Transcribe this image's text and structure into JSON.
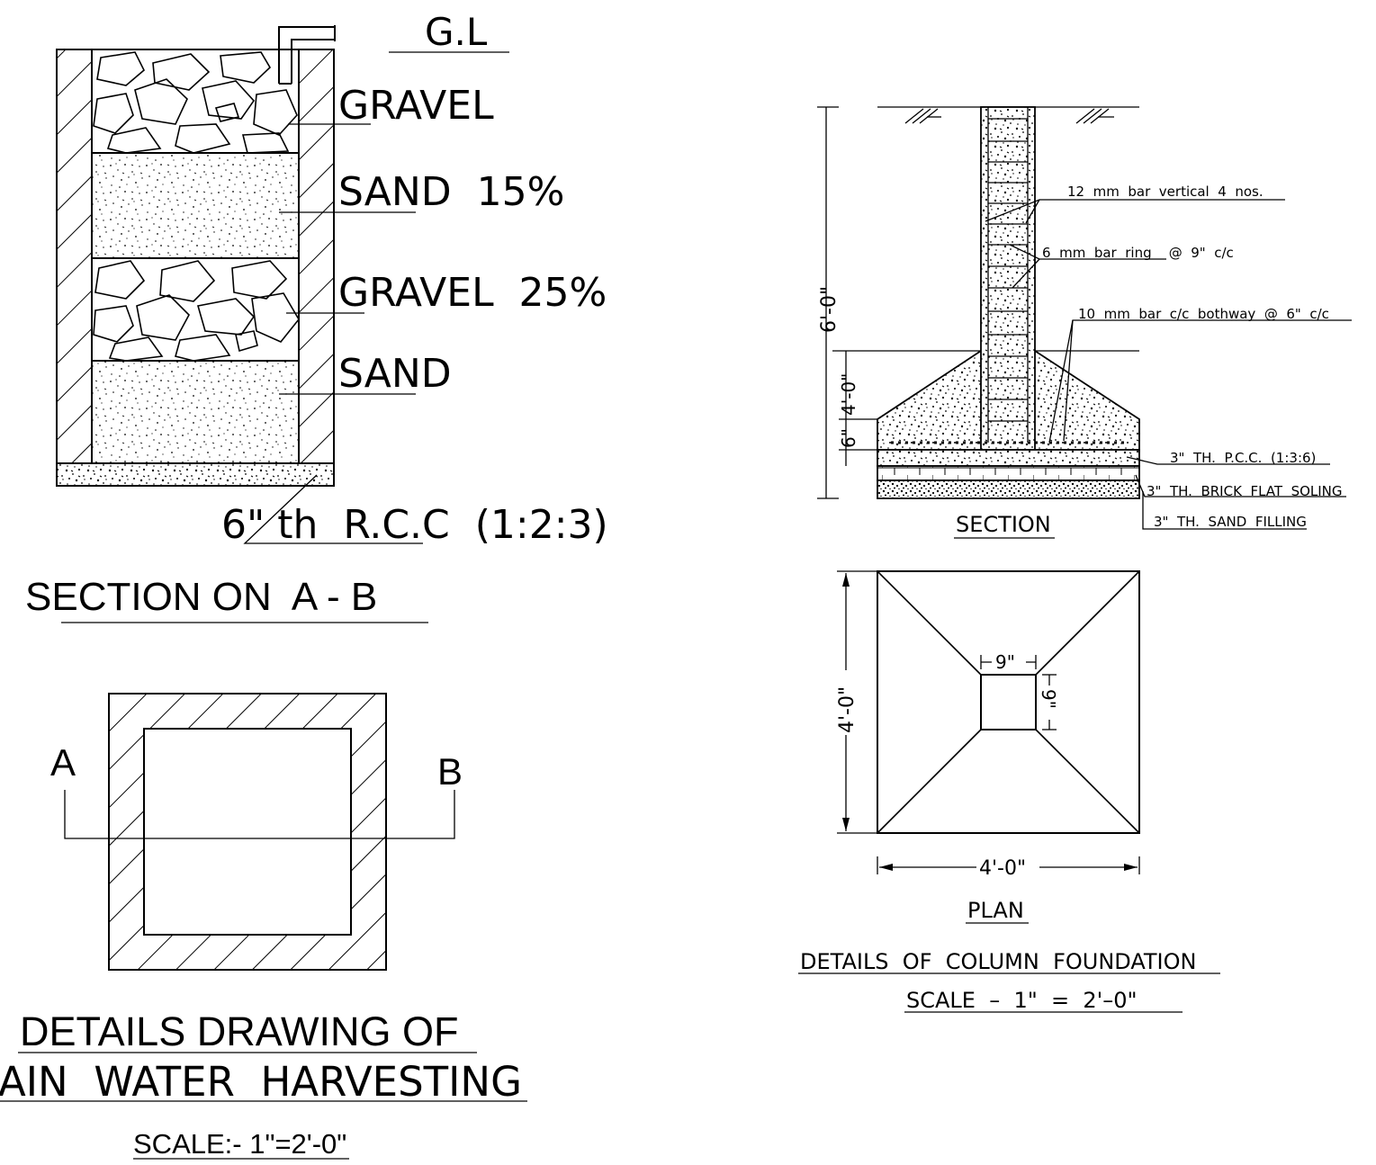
{
  "left_section": {
    "gl_label": "G.L",
    "layers": [
      "GRAVEL",
      "SAND  15%",
      "GRAVEL  25%",
      "SAND"
    ],
    "base_label": "6\" th  R.C.C  (1:2:3)",
    "title": "SECTION ON  A - B"
  },
  "plan_left": {
    "label_a": "A",
    "label_b": "B"
  },
  "left_titles": {
    "line1": "DETAILS DRAWING OF",
    "line2": "AIN  WATER  HARVESTING",
    "scale": "SCALE:- 1\"=2'-0\""
  },
  "column_section": {
    "dim_total": "6'-0\"",
    "dim_footing": "4'-0\"",
    "dim_base": "6\"",
    "notes": [
      "12  mm  bar  vertical  4  nos.",
      "6  mm  bar  ring    @  9\"  c/c",
      "10  mm  bar  c/c  bothway  @  6\"  c/c",
      "3\"  TH.  P.C.C.  (1:3:6)",
      "3\"  TH.  BRICK  FLAT  SOLING",
      "3\"  TH.  SAND  FILLING"
    ],
    "title": "SECTION"
  },
  "column_plan": {
    "dim_height": "4'-0\"",
    "dim_width": "4'-0\"",
    "col_w": "9\"",
    "col_h": "9\"",
    "title": "PLAN"
  },
  "right_titles": {
    "line1": "DETAILS  OF  COLUMN  FOUNDATION",
    "line2": "SCALE  –  1\"  =  2'–0\""
  }
}
